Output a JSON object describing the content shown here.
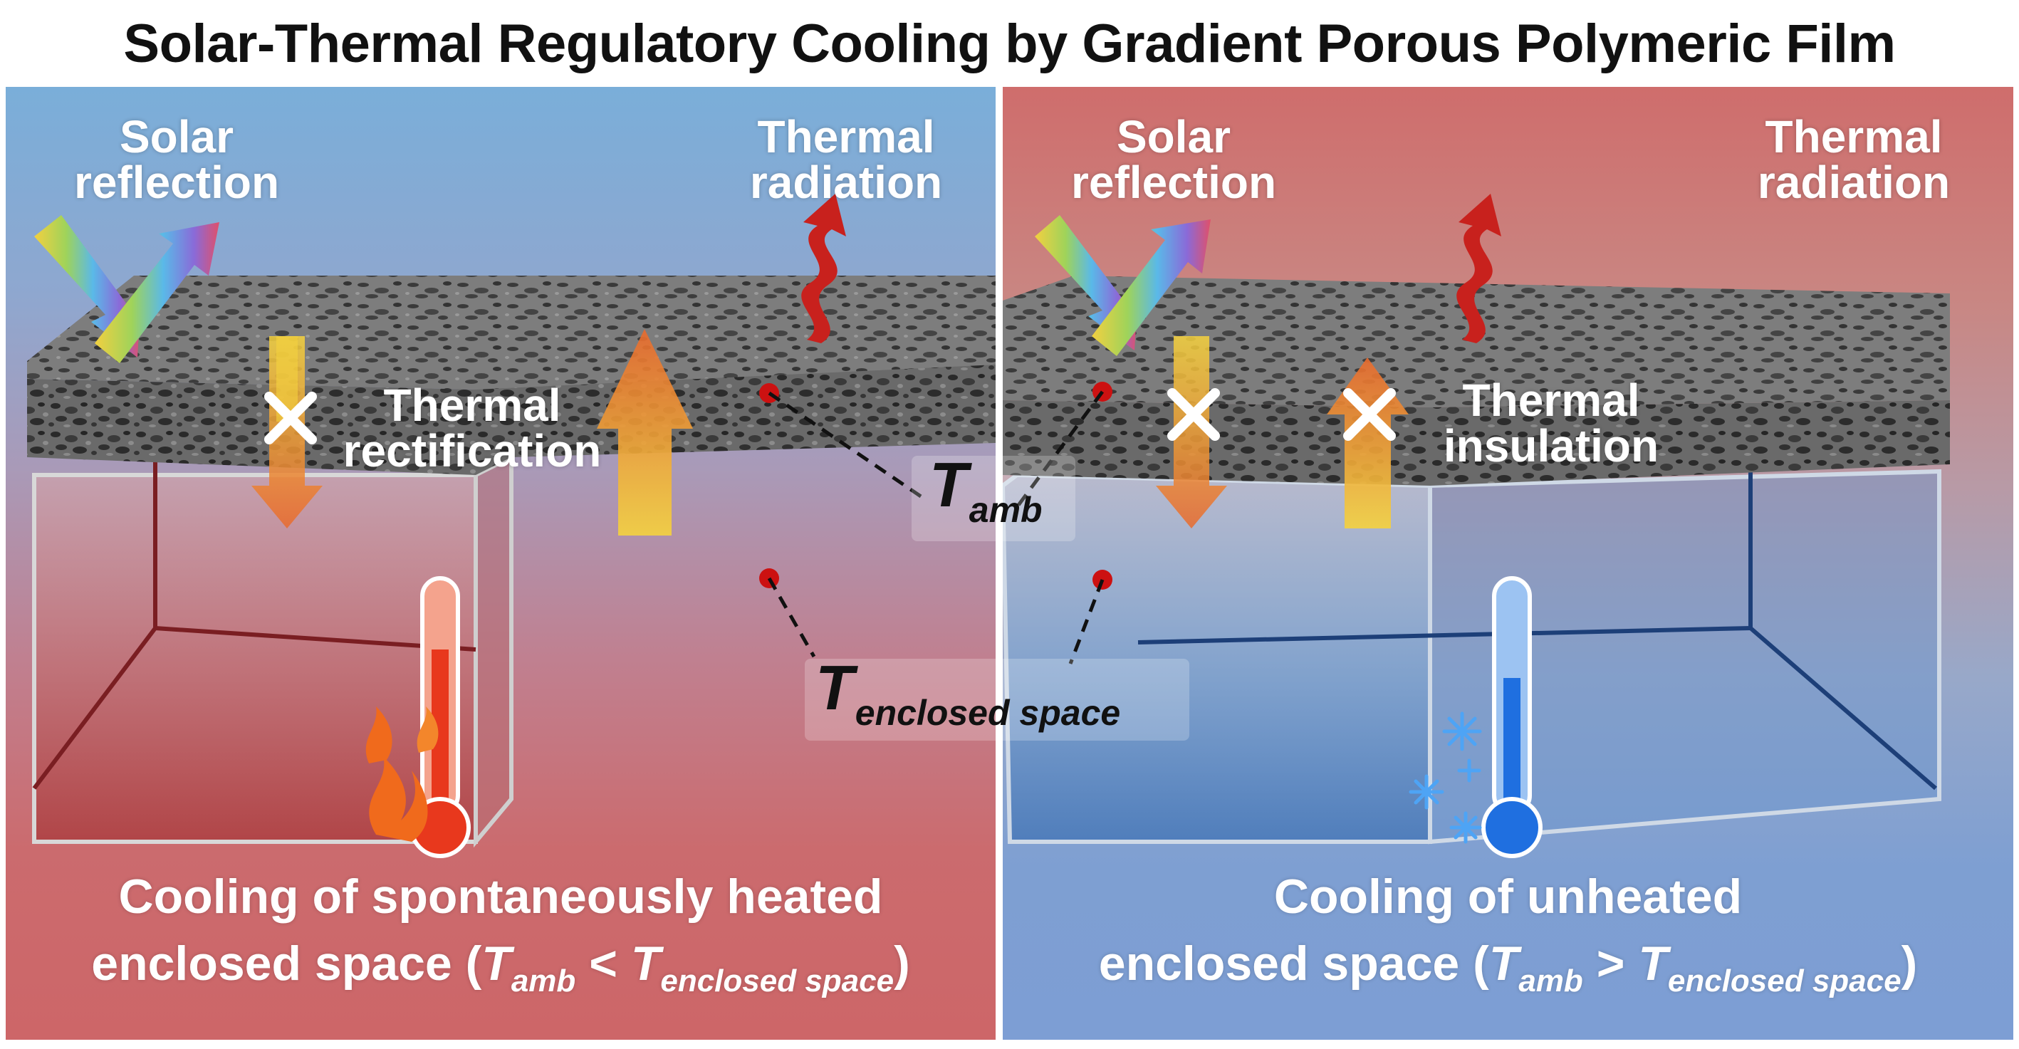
{
  "title": "Solar-Thermal Regulatory Cooling by Gradient Porous Polymeric Film",
  "left_panel": {
    "solar_label": [
      "Solar",
      "reflection"
    ],
    "thermal_label": [
      "Thermal",
      "radiation"
    ],
    "center_label": [
      "Thermal",
      "rectification"
    ],
    "caption_line1": "Cooling of spontaneously heated",
    "caption_line2_pre": "enclosed space (",
    "caption_T1": "T",
    "caption_T1_sub": "amb",
    "caption_op": " < ",
    "caption_T2": "T",
    "caption_T2_sub": "enclosed space",
    "caption_close": ")"
  },
  "right_panel": {
    "solar_label": [
      "Solar",
      "reflection"
    ],
    "thermal_label": [
      "Thermal",
      "radiation"
    ],
    "center_label": [
      "Thermal",
      "insulation"
    ],
    "caption_line1": "Cooling of unheated",
    "caption_line2_pre": "enclosed space (",
    "caption_T1": "T",
    "caption_T1_sub": "amb",
    "caption_op": " > ",
    "caption_T2": "T",
    "caption_T2_sub": "enclosed space",
    "caption_close": ")"
  },
  "center_labels": {
    "t_amb": "T",
    "t_amb_sub": "amb",
    "t_enclosed": "T",
    "t_enclosed_sub": "enclosed space"
  },
  "colors": {
    "heat_arrow": "#e25a2a",
    "flux_arrow": "#f2c33a",
    "hot_thermometer": "#e8381d",
    "cold_thermometer": "#1f6fe0",
    "marker": "#cc1111"
  }
}
